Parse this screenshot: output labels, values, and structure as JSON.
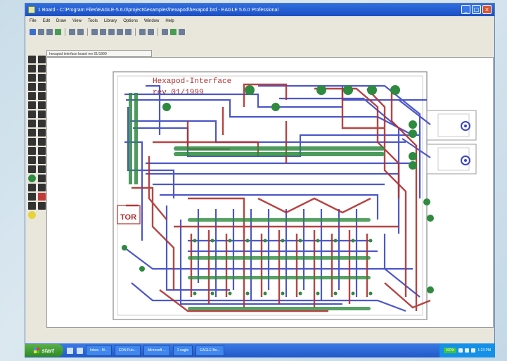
{
  "window": {
    "title": "1 Board - C:\\Program Files\\EAGLE-5.6.0\\projects\\examples\\hexapod\\hexapod.brd - EAGLE 5.6.0 Professional",
    "controls": [
      "_",
      "□",
      "×"
    ]
  },
  "menu": [
    "File",
    "Edit",
    "Draw",
    "View",
    "Tools",
    "Library",
    "Options",
    "Window",
    "Help"
  ],
  "tab": {
    "label": "hexapod interface board rev 01/1999"
  },
  "board": {
    "title_line1": "Hexapod-Interface",
    "title_line2": "rev 01/1999",
    "stamp": "TOR",
    "colors": {
      "top": "#b03030",
      "bottom": "#3a45c4",
      "pad": "#2e8a3f",
      "outline": "#808080"
    }
  },
  "taskbar": {
    "start": "start",
    "tasks": [
      "Inbox - M...",
      "EDN Pub...",
      "Microsoft ...",
      "2 eagle",
      "EAGLE Bo..."
    ],
    "tray_lang": "100%",
    "clock": "1:23 PM"
  }
}
